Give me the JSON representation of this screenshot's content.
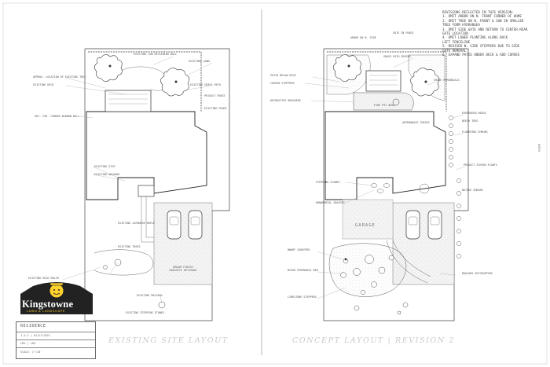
{
  "revision_notes": {
    "heading": "REVISIONS REFLECTED IN THIS VERSION:",
    "items": [
      "1.  OMIT ARBOR ON N. FRONT CORNER OF HOME",
      "2.  OMIT TREE ON N. FRONT & SUB IN SMALLER",
      "     TREE FORM HYDRANGEA",
      "3.  OMIT SIDE GATE AND RETURN TO CENTER-REAR",
      "     GATE LOCATION",
      "4.  OMIT LOWER PLANTING ALONG BACK",
      "     LEFT FENCELINE",
      "5.  REVISED N. SIDE STEPPERS DUE TO SIDE",
      "     GATE REMOVAL",
      "6.  EXPAND PATIO UNDER DECK & ADD CURVES"
    ]
  },
  "titles": {
    "existing": "EXISTING SITE LAYOUT",
    "concept": "CONCEPT LAYOUT | REVISION 2"
  },
  "labels": {
    "garage": "GARAGE",
    "driveway": "BROOM FINISH CONCRETE DRIVEWAY",
    "north": "NORTH"
  },
  "left_callouts": [
    "APPROX. LOCATION OF EXISTING TREE",
    "EXISTING DECK",
    "EXISTING LOW RETAINING WALL",
    "EXISTING LAWN",
    "EXISTING GRASS PATH",
    "PRIVACY FENCE",
    "OUT. FOR. CORNER WINDOW WELL",
    "EXISTING FENCE",
    "EXISTING STEP",
    "EXISTING WALKWAY",
    "EXISTING JAPANESE MAPLE",
    "EXISTING ROCK MULCH",
    "EXISTING TREES",
    "EXISTING MAILBOX",
    "EXISTING STEPPING STONES"
  ],
  "right_callouts": [
    "GATE IN FENCE",
    "ARBOR ON N. SIDE",
    "PATIO BELOW DECK",
    "CURVED STEPPERS",
    "DECORATIVE BOULDERS",
    "GRASS PATH EDGING",
    "SHADE PERENNIALS",
    "EVERGREEN HEDGE",
    "BEECH TREE",
    "FLOWERING SHRUBS",
    "FIRE PIT AREA",
    "ADIRONDACK CHAIRS",
    "PRIVACY SCREEN PLANTS",
    "STEPPING STONES",
    "ORNAMENTAL GRASSES",
    "DWARF CONIFERS",
    "MIXED PERENNIAL BED",
    "LIMESTONE STEPPERS",
    "BOULDER OUTCROPPING",
    "NATIVE SHRUBS"
  ],
  "title_block": {
    "title": "RESIDENCE",
    "row1": "1 & 2  | 01/21/2021",
    "row2": "  LRU   |   LRU",
    "scale": "SCALE: 1\"=10'"
  },
  "logo": {
    "brand": "Kingstowne",
    "tagline": "LAWN & LANDSCAPE"
  },
  "colors": {
    "line": "#2b2b2b",
    "light_line": "#8a8a8a",
    "paving": "#cfcfcf",
    "logo_shield": "#222222",
    "logo_text": "#ffd22e"
  }
}
